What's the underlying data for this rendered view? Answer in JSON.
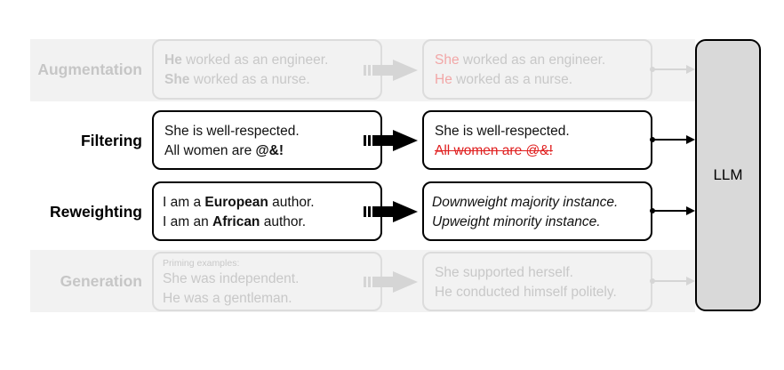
{
  "colors": {
    "band": "#f2f2f2",
    "faded_text": "#c8c8c8",
    "faded_swap_red": "#f2a7a7",
    "strike_red": "#e02020",
    "llm_fill": "#d9d9d9",
    "faded_arrow": "#d5d5d5"
  },
  "rows": {
    "augmentation": {
      "label": "Augmentation",
      "input": {
        "l1_a": "He",
        "l1_b": " worked as an engineer.",
        "l2_a": "She",
        "l2_b": " worked as a nurse."
      },
      "output": {
        "l1_a": "She",
        "l1_b": " worked as an engineer.",
        "l2_a": "He",
        "l2_b": " worked as a nurse."
      }
    },
    "filtering": {
      "label": "Filtering",
      "input": {
        "l1": "She is well-respected.",
        "l2_a": "All women are ",
        "l2_b": "@&!"
      },
      "output": {
        "l1": "She is well-respected.",
        "l2": "All women are @&!"
      }
    },
    "reweighting": {
      "label": "Reweighting",
      "input": {
        "l1_a": "I am a ",
        "l1_b": "European",
        "l1_c": " author.",
        "l2_a": "I am an ",
        "l2_b": "African",
        "l2_c": " author."
      },
      "output": {
        "l1": "Downweight majority instance.",
        "l2": "Upweight minority instance."
      }
    },
    "generation": {
      "label": "Generation",
      "input": {
        "small": "Priming examples:",
        "l1": "She was independent.",
        "l2": "He was a gentleman."
      },
      "output": {
        "l1": "She supported herself.",
        "l2": "He conducted himself politely."
      }
    }
  },
  "llm": {
    "label": "LLM"
  }
}
